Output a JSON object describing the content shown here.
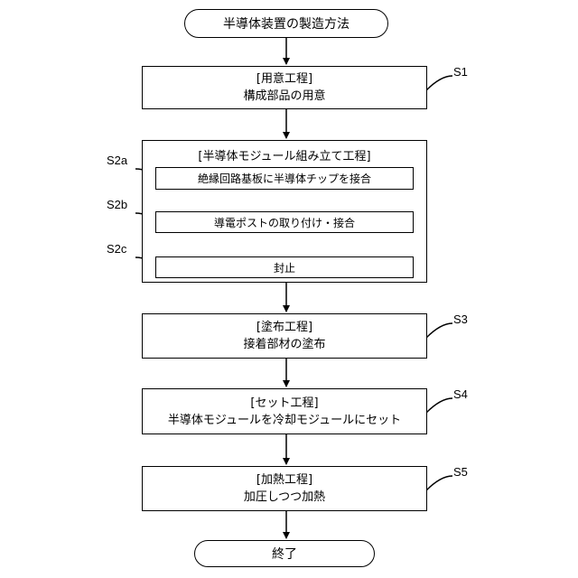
{
  "start": "半導体装置の製造方法",
  "end": "終了",
  "steps": {
    "s1": {
      "label": "S1",
      "title": "[用意工程]",
      "desc": "構成部品の用意"
    },
    "s2": {
      "title": "[半導体モジュール組み立て工程]",
      "s2a": {
        "label": "S2a",
        "text": "絶縁回路基板に半導体チップを接合"
      },
      "s2b": {
        "label": "S2b",
        "text": "導電ポストの取り付け・接合"
      },
      "s2c": {
        "label": "S2c",
        "text": "封止"
      }
    },
    "s3": {
      "label": "S3",
      "title": "[塗布工程]",
      "desc": "接着部材の塗布"
    },
    "s4": {
      "label": "S4",
      "title": "[セット工程]",
      "desc": "半導体モジュールを冷却モジュールにセット"
    },
    "s5": {
      "label": "S5",
      "title": "[加熱工程]",
      "desc": "加圧しつつ加熱"
    }
  }
}
